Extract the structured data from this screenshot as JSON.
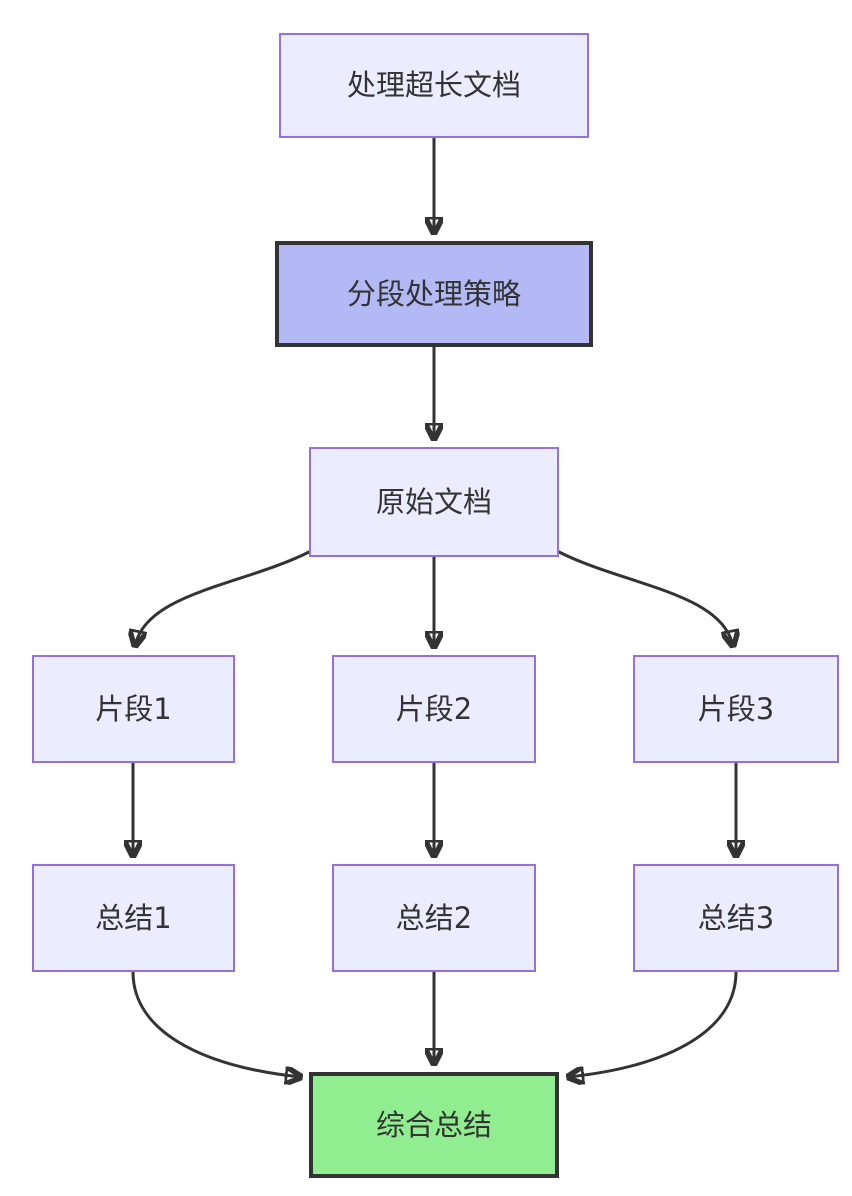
{
  "diagram": {
    "type": "flowchart",
    "direction": "top-down",
    "nodes": {
      "process_long_doc": {
        "label": "处理超长文档",
        "style": "default"
      },
      "segmentation_strategy": {
        "label": "分段处理策略",
        "style": "highlight"
      },
      "original_doc": {
        "label": "原始文档",
        "style": "default"
      },
      "segment1": {
        "label": "片段1",
        "style": "default"
      },
      "segment2": {
        "label": "片段2",
        "style": "default"
      },
      "segment3": {
        "label": "片段3",
        "style": "default"
      },
      "summary1": {
        "label": "总结1",
        "style": "default"
      },
      "summary2": {
        "label": "总结2",
        "style": "default"
      },
      "summary3": {
        "label": "总结3",
        "style": "default"
      },
      "final_summary": {
        "label": "综合总结",
        "style": "success"
      }
    },
    "edges": [
      {
        "from": "处理超长文档",
        "to": "分段处理策略"
      },
      {
        "from": "分段处理策略",
        "to": "原始文档"
      },
      {
        "from": "原始文档",
        "to": "片段1"
      },
      {
        "from": "原始文档",
        "to": "片段2"
      },
      {
        "from": "原始文档",
        "to": "片段3"
      },
      {
        "from": "片段1",
        "to": "总结1"
      },
      {
        "from": "片段2",
        "to": "总结2"
      },
      {
        "from": "片段3",
        "to": "总结3"
      },
      {
        "from": "总结1",
        "to": "综合总结"
      },
      {
        "from": "总结2",
        "to": "综合总结"
      },
      {
        "from": "总结3",
        "to": "综合总结"
      }
    ],
    "colors": {
      "background": "#FFFFFF",
      "node_fill": "#ECECFF",
      "node_border": "#9370DB",
      "highlight_fill": "#B3B9F4",
      "highlight_border": "#333333",
      "success_fill": "#90EE90",
      "success_border": "#333333",
      "edge": "#333333",
      "text": "#333333"
    }
  }
}
